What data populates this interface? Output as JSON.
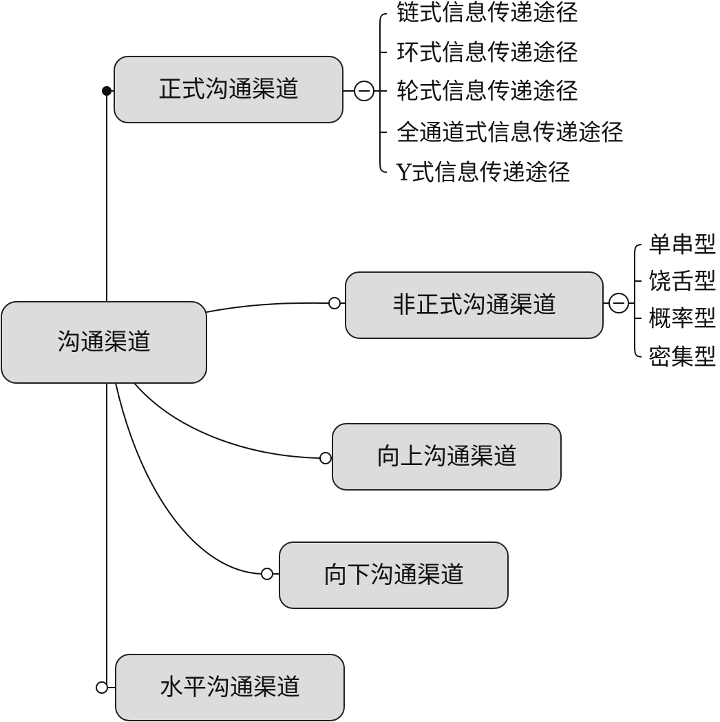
{
  "root": {
    "label": "沟通渠道"
  },
  "branches": [
    {
      "label": "正式沟通渠道",
      "children": [
        "链式信息传递途径",
        "环式信息传递途径",
        "轮式信息传递途径",
        "全通道式信息传递途径",
        "Y式信息传递途径"
      ]
    },
    {
      "label": "非正式沟通渠道",
      "children": [
        "单串型",
        "饶舌型",
        "概率型",
        "密集型"
      ]
    },
    {
      "label": "向上沟通渠道"
    },
    {
      "label": "向下沟通渠道"
    },
    {
      "label": "水平沟通渠道"
    }
  ]
}
